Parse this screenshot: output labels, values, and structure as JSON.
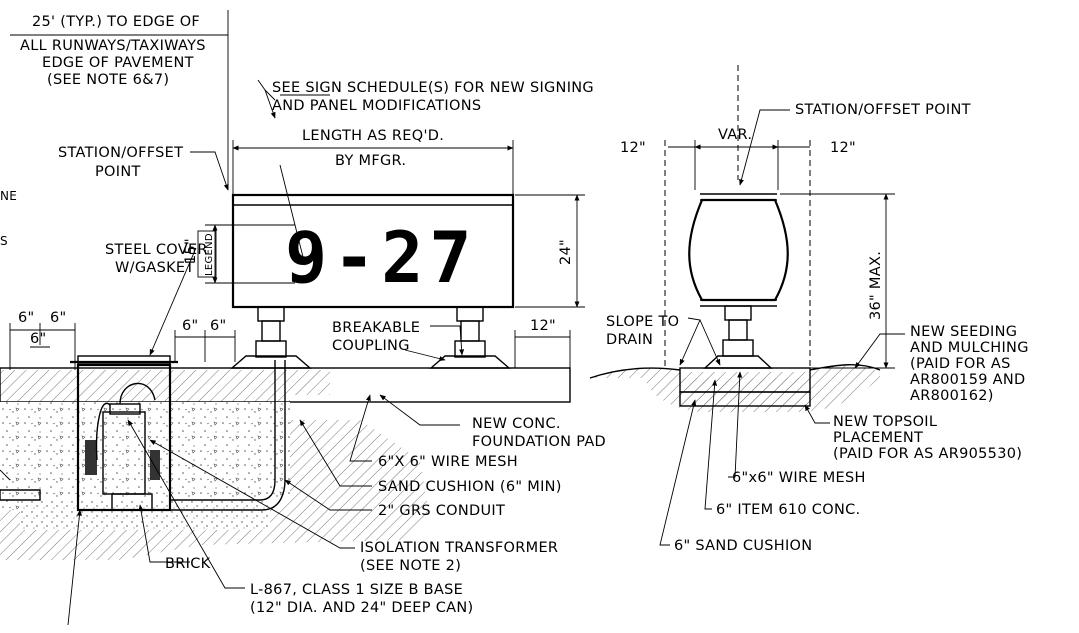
{
  "sign_legend": "9-27",
  "left_view": {
    "edge_note": [
      "25' (TYP.) TO EDGE OF",
      "ALL RUNWAYS/TAXIWAYS",
      "EDGE OF PAVEMENT",
      "(SEE NOTE 6&7)"
    ],
    "schedule_note": [
      "SEE SIGN SCHEDULE(S) FOR NEW SIGNING",
      "AND PANEL MODIFICATIONS"
    ],
    "length_note": [
      "LENGTH AS REQ'D.",
      "BY MFGR."
    ],
    "station_offset": [
      "STATION/OFFSET",
      "POINT"
    ],
    "steel_cover": [
      "STEEL COVER",
      "W/GASKET"
    ],
    "legend_label": "LEGEND",
    "legend_dim": "15\"",
    "height_dim": "24\"",
    "dim_6_a": "6\"",
    "dim_6_b": "6\"",
    "dim_6_c": "6\"",
    "dim_6_d": "6\"",
    "dim_6_e": "6\"",
    "dim_12": "12\"",
    "breakable": [
      "BREAKABLE",
      "COUPLING"
    ],
    "conc_pad": [
      "NEW CONC.",
      "FOUNDATION PAD"
    ],
    "wire_mesh": "6\"X 6\" WIRE MESH",
    "sand_cushion": "SAND CUSHION (6\" MIN)",
    "conduit": "2\" GRS CONDUIT",
    "isolation": [
      "ISOLATION TRANSFORMER",
      "(SEE NOTE 2)"
    ],
    "brick": "BRICK",
    "base_can": [
      "L-867, CLASS 1 SIZE B BASE",
      "(12\" DIA. AND 24\" DEEP CAN)"
    ],
    "edge_text_1": "NE",
    "edge_text_2": "S"
  },
  "right_view": {
    "station_offset": "STATION/OFFSET POINT",
    "var": "VAR.",
    "dim_12_left": "12\"",
    "dim_12_right": "12\"",
    "max_height": "36\" MAX.",
    "slope": [
      "SLOPE TO",
      "DRAIN"
    ],
    "seeding": [
      "NEW SEEDING",
      "AND MULCHING",
      "(PAID FOR AS",
      "AR800159 AND",
      "AR800162)"
    ],
    "topsoil": [
      "NEW TOPSOIL",
      "PLACEMENT",
      "(PAID FOR AS AR905530)"
    ],
    "wire_mesh": "6\"x6\" WIRE MESH",
    "concrete": "6\" ITEM 610 CONC.",
    "sand_cushion": "6\" SAND CUSHION"
  }
}
